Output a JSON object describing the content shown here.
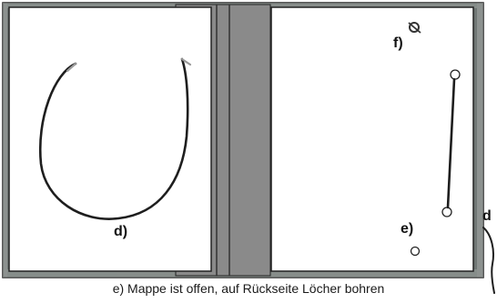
{
  "labels": {
    "d_left": "d)",
    "f": "f)",
    "e": "e)",
    "d_right": "d"
  },
  "caption": "e) Mappe ist offen, auf Rückseite Löcher bohren",
  "colors": {
    "cover": "#6f7674",
    "spine": "#8a8a8a",
    "page": "#ffffff",
    "outline": "#222222",
    "string": "#1e1e1e"
  },
  "icons": [
    "ring-eyelet-icon",
    "hole-icon",
    "string-icon"
  ]
}
